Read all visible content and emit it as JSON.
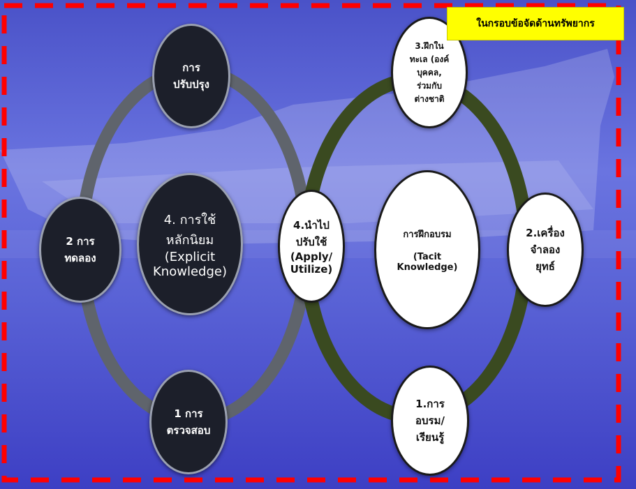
{
  "badge": {
    "text": "ในกรอบข้อจัดด้านทรัพยากร"
  },
  "left_cycle": {
    "center": "4. การใช้\nหลักนิยม\n(Explicit\nKnowledge)",
    "top": "การ\nปรับปรุง",
    "left": "2 การ\nทดลอง",
    "bottom": "1 การ\nตรวจสอบ"
  },
  "right_cycle": {
    "center": "การฝึกอบรม\n\n(Tacit\nKnowledge)",
    "top": "3.ฝึกใน\nทะเล (องค์\nบุคคล,\nร่วมกับ\nต่างชาติ",
    "right": "2.เครื่อง\nจำลอง\nยุทธ์",
    "bottom": "1.การ\nอบรม/\nเรียนรู้",
    "link": "4.นำไป\nปรับใช้\n(Apply/\nUtilize)"
  },
  "colors": {
    "background_top": "#4a52c8",
    "background_bottom": "#3d3fc4",
    "dashed_frame": "#ff0000",
    "left_ring": "#5f646c",
    "right_ring": "#3a4a20",
    "badge": "#ffff00"
  }
}
